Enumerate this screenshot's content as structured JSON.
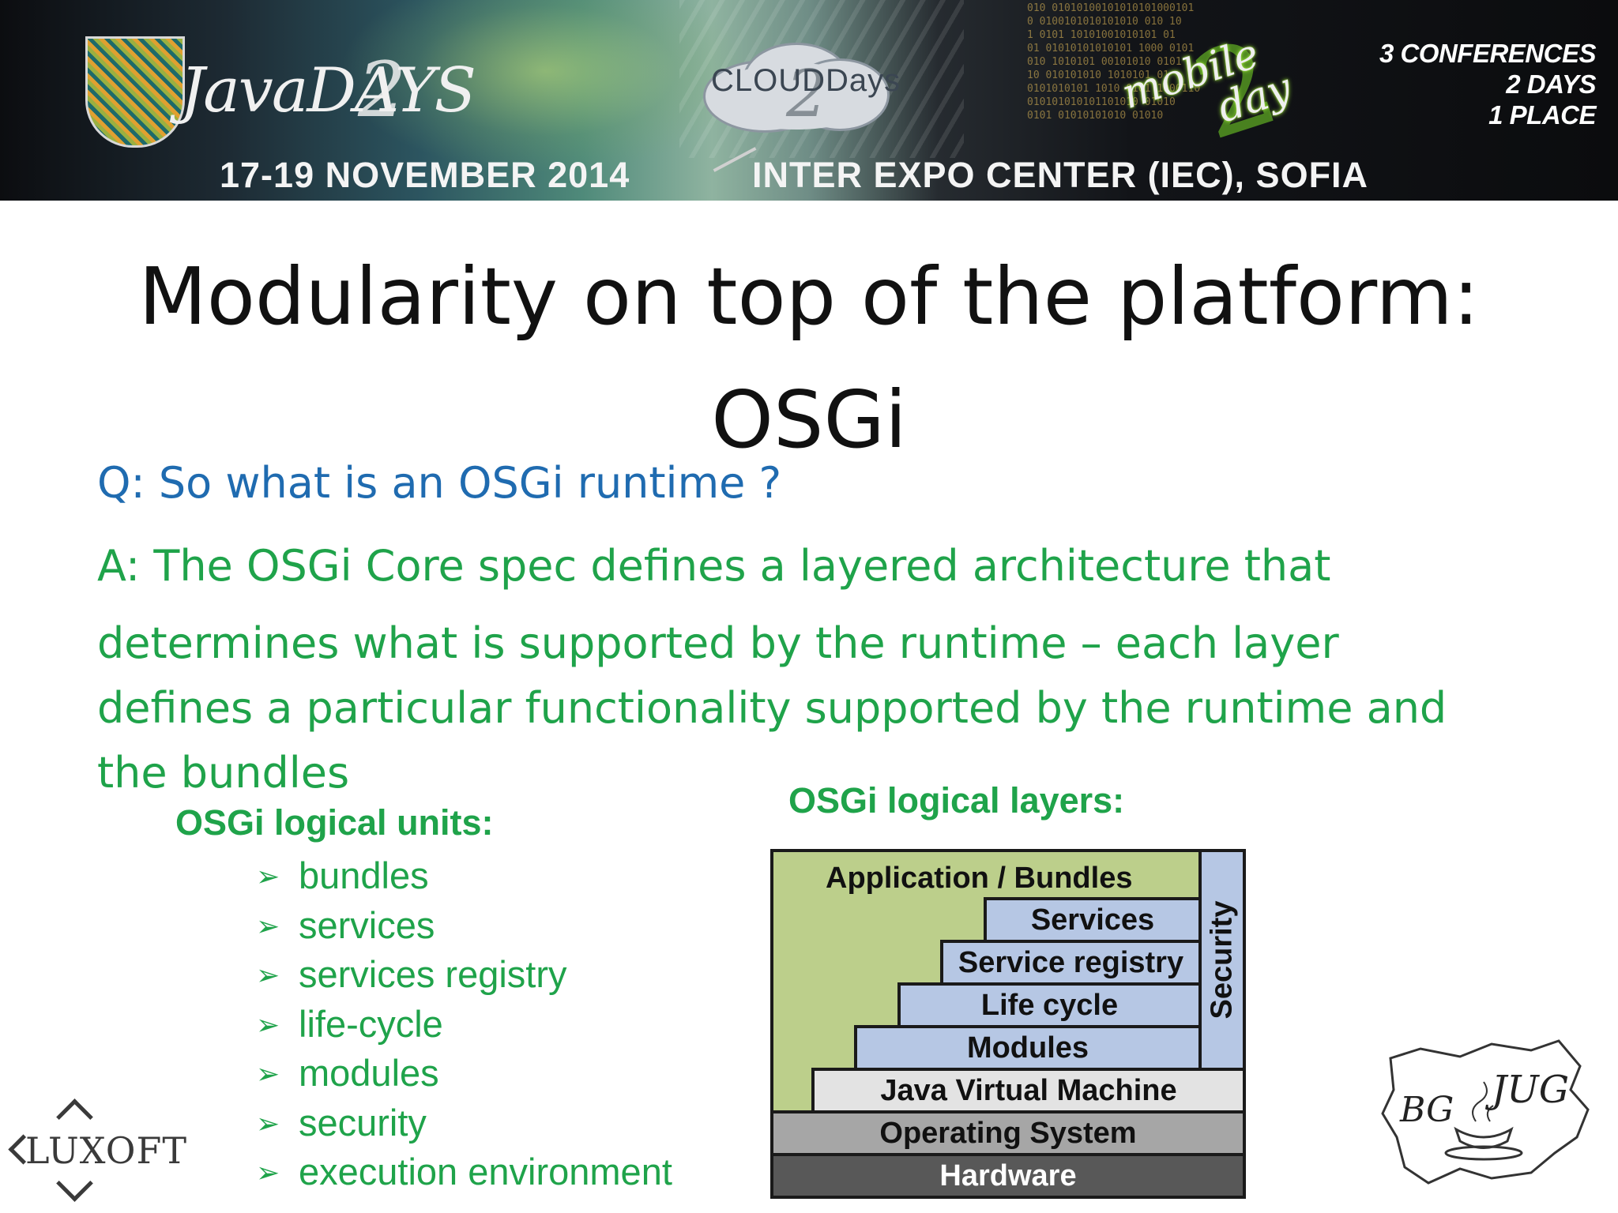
{
  "banner": {
    "java_logo": "JavaDAYS",
    "java_two": "2",
    "java_days": "DAYS",
    "cloud_logo": "CLOUDDays",
    "cloud_two": "2",
    "mobile_logo_1": "mobile",
    "mobile_logo_2": "day",
    "mobile_two": "2",
    "conferences": "3 CONFERENCES",
    "days": "2 DAYS",
    "place": "1 PLACE",
    "date": "17-19 NOVEMBER 2014",
    "venue": "INTER EXPO CENTER (IEC), SOFIA",
    "binary": "010 01010100101010101000101\n0 0100101010101010 010 10\n1 0101 10101001010101 01\n01 01010101010101 1000 0101\n010 1010101 00101010 0101\n10 010101010 1010101 01\n0101010101 1010 0101 1000110\n010101010101101010 01010\n0101 01010101010 01010"
  },
  "slide": {
    "title_line1": "Modularity on top of the platform:",
    "title_line2": "OSGi",
    "question": "Q: So what is an OSGi runtime ?",
    "answer_line1": "A: The OSGi Core spec defines a layered architecture that",
    "answer_line2": "determines what is supported by the runtime – each layer",
    "answer_line3": "defines a particular functionality supported by the runtime and",
    "answer_line4": "the bundles"
  },
  "units": {
    "heading": "OSGi logical units:",
    "bullet": "➢",
    "items": [
      "bundles",
      "services",
      "services registry",
      "life-cycle",
      "modules",
      "security",
      "execution environment"
    ]
  },
  "layers": {
    "heading": "OSGi logical layers:",
    "application": "Application / Bundles",
    "services": "Services",
    "service_registry": "Service registry",
    "life_cycle": "Life cycle",
    "modules": "Modules",
    "security": "Security",
    "jvm": "Java Virtual Machine",
    "os": "Operating System",
    "hardware": "Hardware"
  },
  "logos": {
    "luxoft": "LUXOFT",
    "bg": "BG",
    "jug": "JUG"
  },
  "colors": {
    "question_blue": "#1f6bb0",
    "answer_green": "#1fa34a",
    "app_green": "#bccf8b",
    "layer_blue": "#b6c7e4"
  }
}
